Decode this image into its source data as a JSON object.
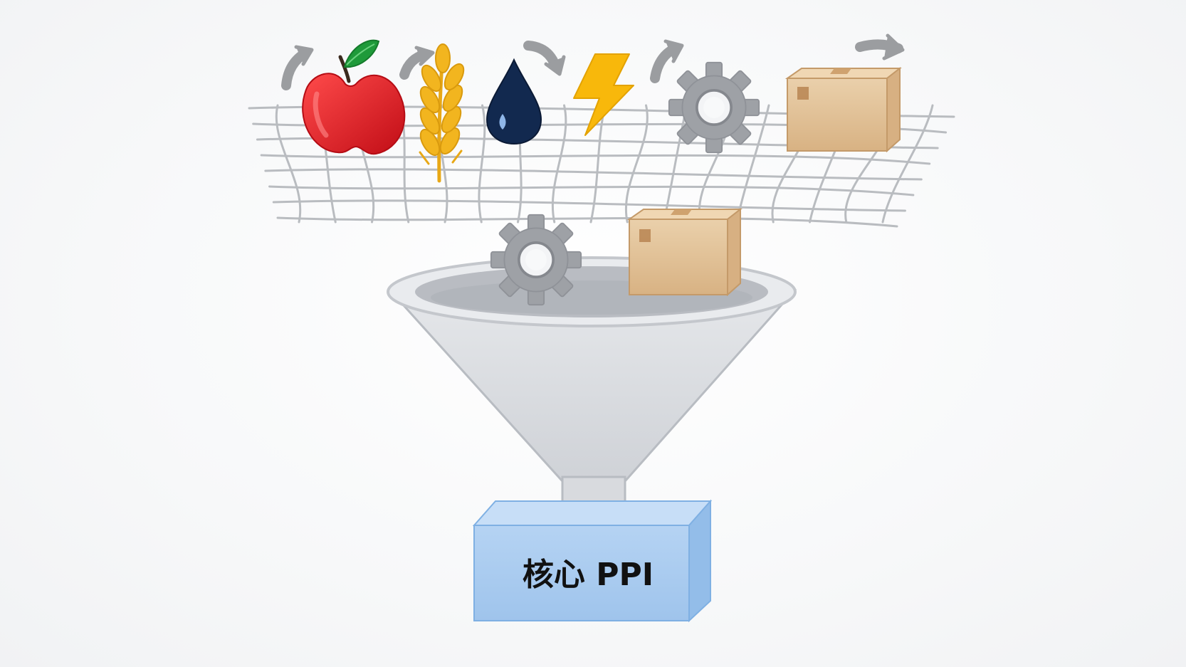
{
  "diagram": {
    "core_label": "核心 PPI",
    "items": [
      {
        "name": "apple-icon",
        "role": "food"
      },
      {
        "name": "wheat-icon",
        "role": "agriculture"
      },
      {
        "name": "oil-drop-icon",
        "role": "energy"
      },
      {
        "name": "lightning-icon",
        "role": "electricity"
      },
      {
        "name": "gear-icon",
        "role": "industry"
      },
      {
        "name": "box-icon",
        "role": "goods"
      }
    ],
    "filtered_items": [
      {
        "name": "gear-icon"
      },
      {
        "name": "box-icon"
      }
    ]
  },
  "colors": {
    "apple": "#e3151f",
    "leaf": "#1f9a3a",
    "wheat": "#f2b51f",
    "oil": "#12294f",
    "lightning": "#f8b80b",
    "gear": "#9ea1a6",
    "box": "#e3c197",
    "funnel": "#d7d9dd",
    "base": "#a9cbef",
    "arrow": "#9b9da0",
    "mesh": "#b9bcc0"
  }
}
